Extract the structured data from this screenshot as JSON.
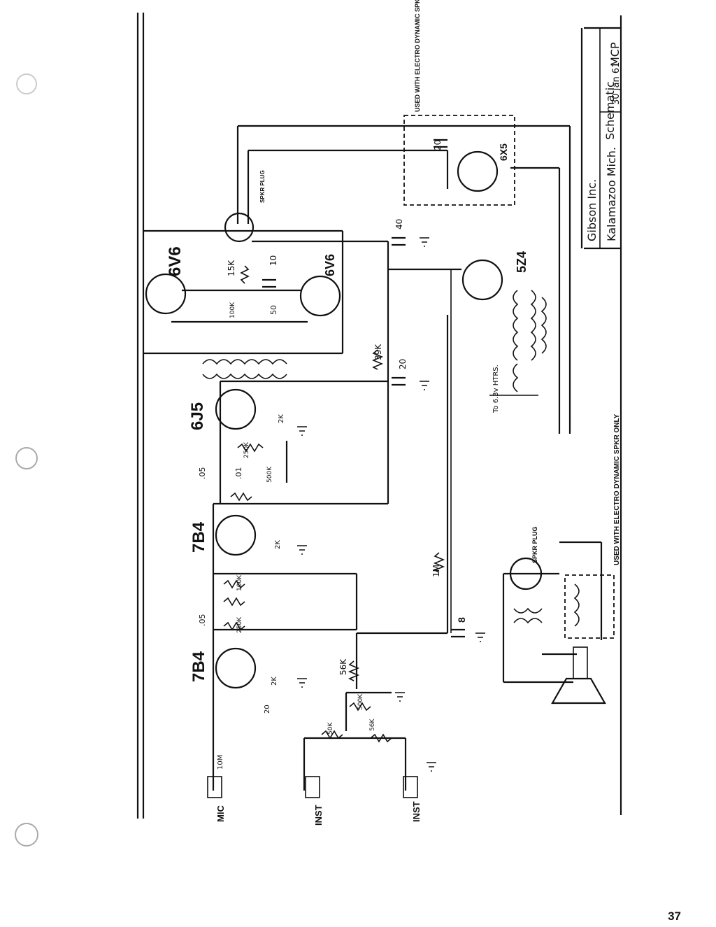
{
  "title_block": {
    "company": "Gibson Inc.",
    "location": "Kalamazoo Mich.",
    "drawing": "Schematic",
    "date": "30 Jan 61",
    "initials": "MCP"
  },
  "tubes": {
    "output_1": "6V6",
    "output_2": "6V6",
    "phase_inverter": "6J5",
    "preamp_2": "7B4",
    "preamp_1": "7B4",
    "rectifier": "5Z4",
    "field_tube": "6X5"
  },
  "inputs": {
    "mic": "MIC",
    "inst_1": "INST",
    "inst_2": "INST"
  },
  "notes": {
    "used_with_1": "USED WITH ELECTRO DYNAMIC SPKR ONLY",
    "used_with_2": "USED WITH ELECTRO DYNAMIC SPKR ONLY",
    "spkr_plug_top": "SPKR PLUG",
    "spkr_plug_bottom": "SPKR PLUG",
    "heater": "To 6.3v HTRS."
  },
  "components": {
    "r_15k": "15K",
    "r_100": "100K",
    "c_10": "10",
    "c_50": "50",
    "c_40": "40",
    "c_20a": "20",
    "c_20b": "20",
    "r_39k": "39K",
    "r_2k_a": "2K",
    "r_250k": "250K",
    "r_500k": "500K",
    "c_05_a": ".05",
    "c_01": ".01",
    "r_2k_b": "2K",
    "r_1m": "1M",
    "c_8": "8",
    "r_100k_a": "100K",
    "r_250k_b": "250K",
    "c_05_b": ".05",
    "r_2k_c": "2K",
    "c_20c": "20",
    "r_56k": "56K",
    "r_500k_b": "500K",
    "r_56k_b": "56K",
    "r_50k": "50K",
    "r_10m": "10M"
  },
  "page_number": "37"
}
